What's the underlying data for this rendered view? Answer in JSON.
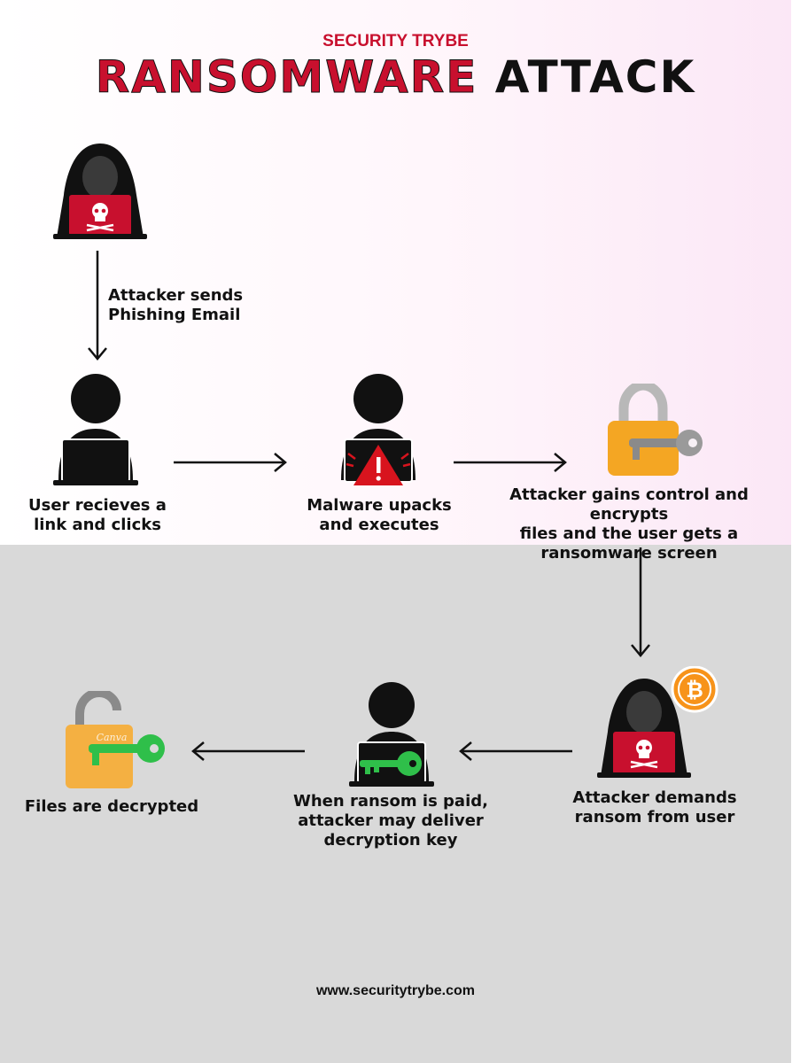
{
  "header": {
    "brand": "SECURITY TRYBE",
    "title_part1": "RANSOMWARE",
    "title_part2": "ATTACK"
  },
  "steps": [
    {
      "label": "Attacker sends\nPhishing Email",
      "icon": "hacker-skull-laptop-icon"
    },
    {
      "label": "User recieves a\nlink and clicks",
      "icon": "user-laptop-icon"
    },
    {
      "label": "Malware upacks\nand executes",
      "icon": "user-warning-laptop-icon"
    },
    {
      "label": "Attacker gains control and encrypts\nfiles and the user gets a\nransomware screen",
      "icon": "locked-padlock-key-icon"
    },
    {
      "label": "Attacker demands\nransom from user",
      "icon": "hacker-bitcoin-icon"
    },
    {
      "label": "When ransom is paid,\nattacker may deliver\ndecryption key",
      "icon": "user-green-key-laptop-icon"
    },
    {
      "label": "Files are decrypted",
      "icon": "unlocked-padlock-green-key-icon"
    }
  ],
  "padlock_watermark": "Canva",
  "footer": {
    "url": "www.securitytrybe.com"
  },
  "colors": {
    "brand_red": "#c8102e",
    "dark": "#111111",
    "lock_orange": "#f4a623",
    "key_green": "#2fbf4a",
    "bitcoin_orange": "#f7931a"
  }
}
